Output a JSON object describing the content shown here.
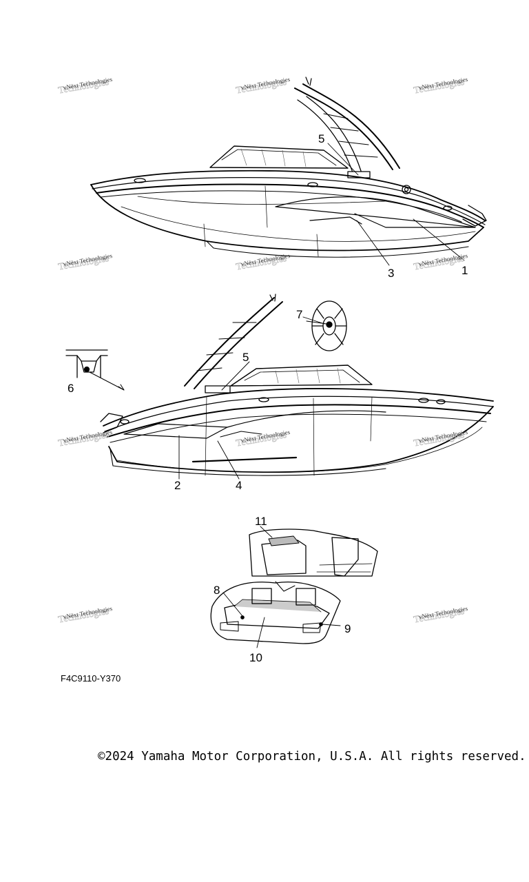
{
  "callouts": [
    "1",
    "2",
    "3",
    "4",
    "5",
    "5",
    "6",
    "7",
    "8",
    "9",
    "10",
    "11"
  ],
  "watermark": "vNext Technologies",
  "figure_code": "F4C9110-Y370",
  "copyright": "©2024 Yamaha Motor Corporation, U.S.A. All rights reserved."
}
